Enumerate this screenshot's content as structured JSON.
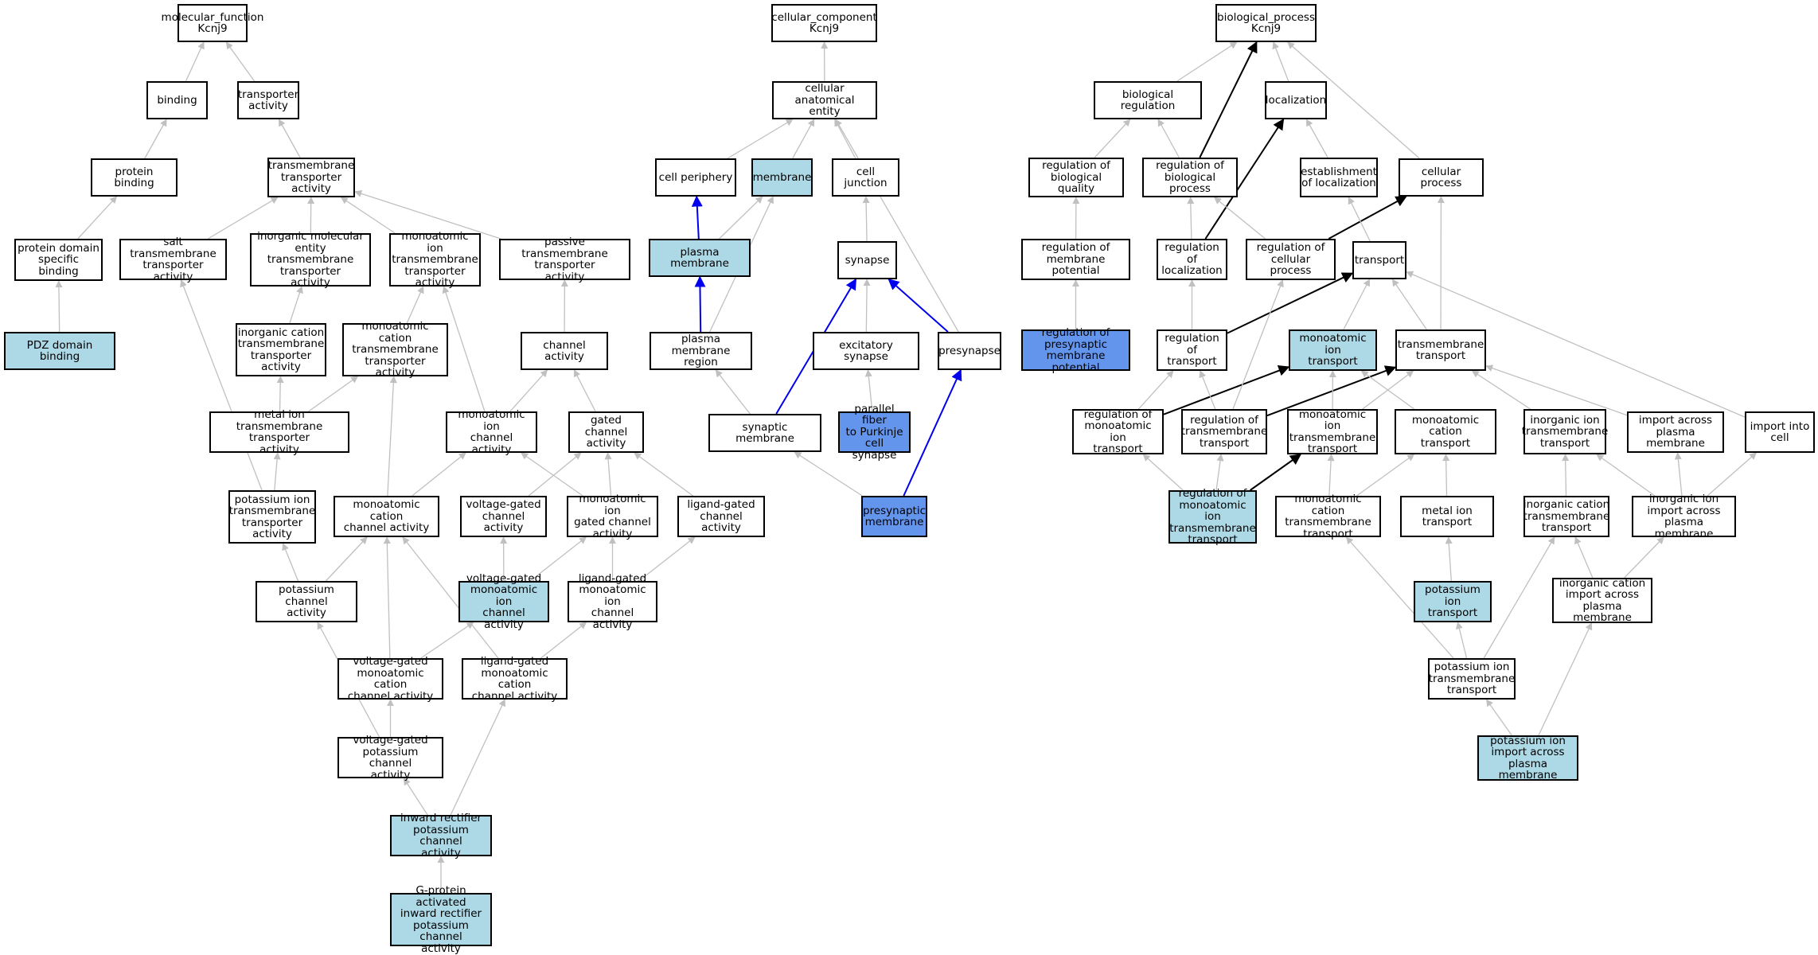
{
  "nodes": [
    {
      "id": "mf",
      "label": "molecular_function\nKcnj9",
      "fill": "white"
    },
    {
      "id": "binding",
      "label": "binding",
      "fill": "white"
    },
    {
      "id": "transporter_act",
      "label": "transporter\nactivity",
      "fill": "white"
    },
    {
      "id": "protein_binding",
      "label": "protein binding",
      "fill": "white"
    },
    {
      "id": "tm_transporter",
      "label": "transmembrane\ntransporter\nactivity",
      "fill": "white"
    },
    {
      "id": "pd_specific",
      "label": "protein domain\nspecific binding",
      "fill": "white"
    },
    {
      "id": "salt_tm",
      "label": "salt transmembrane\ntransporter\nactivity",
      "fill": "white"
    },
    {
      "id": "inorg_mol",
      "label": "inorganic molecular\nentity transmembrane\ntransporter\nactivity",
      "fill": "white"
    },
    {
      "id": "mono_ion_tm_act",
      "label": "monoatomic ion\ntransmembrane\ntransporter\nactivity",
      "fill": "white"
    },
    {
      "id": "passive_tm",
      "label": "passive transmembrane\ntransporter\nactivity",
      "fill": "white"
    },
    {
      "id": "pdz",
      "label": "PDZ domain binding",
      "fill": "light"
    },
    {
      "id": "inorg_cation_act",
      "label": "inorganic cation\ntransmembrane\ntransporter\nactivity",
      "fill": "white"
    },
    {
      "id": "mono_cation_tm_act",
      "label": "monoatomic cation\ntransmembrane\ntransporter\nactivity",
      "fill": "white"
    },
    {
      "id": "channel_act",
      "label": "channel activity",
      "fill": "white"
    },
    {
      "id": "metal_ion_act",
      "label": "metal ion transmembrane\ntransporter\nactivity",
      "fill": "white"
    },
    {
      "id": "mono_ion_channel",
      "label": "monoatomic ion\nchannel activity",
      "fill": "white"
    },
    {
      "id": "gated_channel",
      "label": "gated channel\nactivity",
      "fill": "white"
    },
    {
      "id": "k_ion_tm_act",
      "label": "potassium ion\ntransmembrane\ntransporter\nactivity",
      "fill": "white"
    },
    {
      "id": "mono_cation_channel",
      "label": "monoatomic cation\nchannel activity",
      "fill": "white"
    },
    {
      "id": "vg_channel",
      "label": "voltage-gated\nchannel activity",
      "fill": "white"
    },
    {
      "id": "mono_ion_gated",
      "label": "monoatomic ion\ngated channel\nactivity",
      "fill": "white"
    },
    {
      "id": "lg_channel",
      "label": "ligand-gated\nchannel activity",
      "fill": "white"
    },
    {
      "id": "k_channel",
      "label": "potassium channel\nactivity",
      "fill": "white"
    },
    {
      "id": "vg_mono_ion",
      "label": "voltage-gated\nmonoatomic ion\nchannel activity",
      "fill": "light"
    },
    {
      "id": "lg_mono_ion",
      "label": "ligand-gated\nmonoatomic ion\nchannel activity",
      "fill": "white"
    },
    {
      "id": "vg_mono_cation",
      "label": "voltage-gated\nmonoatomic cation\nchannel activity",
      "fill": "white"
    },
    {
      "id": "lg_mono_cation",
      "label": "ligand-gated\nmonoatomic cation\nchannel activity",
      "fill": "white"
    },
    {
      "id": "vg_k",
      "label": "voltage-gated\npotassium channel\nactivity",
      "fill": "white"
    },
    {
      "id": "inward_rect",
      "label": "inward rectifier\npotassium channel\nactivity",
      "fill": "light"
    },
    {
      "id": "gprot",
      "label": "G-protein activated\ninward rectifier\npotassium channel\nactivity",
      "fill": "light"
    },
    {
      "id": "cc",
      "label": "cellular_component\nKcnj9",
      "fill": "white"
    },
    {
      "id": "cae",
      "label": "cellular anatomical\nentity",
      "fill": "white"
    },
    {
      "id": "cell_periphery",
      "label": "cell periphery",
      "fill": "white"
    },
    {
      "id": "membrane",
      "label": "membrane",
      "fill": "light"
    },
    {
      "id": "cell_junction",
      "label": "cell junction",
      "fill": "white"
    },
    {
      "id": "plasma_membrane",
      "label": "plasma membrane",
      "fill": "light"
    },
    {
      "id": "synapse",
      "label": "synapse",
      "fill": "white"
    },
    {
      "id": "pm_region",
      "label": "plasma membrane\nregion",
      "fill": "white"
    },
    {
      "id": "exc_synapse",
      "label": "excitatory synapse",
      "fill": "white"
    },
    {
      "id": "presynapse",
      "label": "presynapse",
      "fill": "white"
    },
    {
      "id": "synaptic_membrane",
      "label": "synaptic membrane",
      "fill": "white"
    },
    {
      "id": "parallel_fiber",
      "label": "parallel fiber\nto Purkinje\ncell synapse",
      "fill": "dark"
    },
    {
      "id": "presyn_membrane",
      "label": "presynaptic\nmembrane",
      "fill": "dark"
    },
    {
      "id": "bp",
      "label": "biological_process\nKcnj9",
      "fill": "white"
    },
    {
      "id": "bio_reg",
      "label": "biological regulation",
      "fill": "white"
    },
    {
      "id": "localization",
      "label": "localization",
      "fill": "white"
    },
    {
      "id": "reg_bio_quality",
      "label": "regulation of\nbiological quality",
      "fill": "white"
    },
    {
      "id": "reg_bio_process",
      "label": "regulation of\nbiological process",
      "fill": "white"
    },
    {
      "id": "est_local",
      "label": "establishment\nof localization",
      "fill": "white"
    },
    {
      "id": "cellular_process",
      "label": "cellular process",
      "fill": "white"
    },
    {
      "id": "reg_mem_pot",
      "label": "regulation of\nmembrane potential",
      "fill": "white"
    },
    {
      "id": "reg_local",
      "label": "regulation of\nlocalization",
      "fill": "white"
    },
    {
      "id": "reg_cell_proc",
      "label": "regulation of\ncellular process",
      "fill": "white"
    },
    {
      "id": "transport",
      "label": "transport",
      "fill": "white"
    },
    {
      "id": "reg_presyn_mp",
      "label": "regulation of\npresynaptic\nmembrane potential",
      "fill": "dark"
    },
    {
      "id": "reg_transport",
      "label": "regulation of\ntransport",
      "fill": "white"
    },
    {
      "id": "mono_ion_transport",
      "label": "monoatomic ion\ntransport",
      "fill": "light"
    },
    {
      "id": "tm_transport",
      "label": "transmembrane\ntransport",
      "fill": "white"
    },
    {
      "id": "reg_mono_ion_tr",
      "label": "regulation of\nmonoatomic ion\ntransport",
      "fill": "white"
    },
    {
      "id": "reg_tm_tr",
      "label": "regulation of\ntransmembrane\ntransport",
      "fill": "white"
    },
    {
      "id": "mono_ion_tm_tr",
      "label": "monoatomic ion\ntransmembrane\ntransport",
      "fill": "white"
    },
    {
      "id": "mono_cation_tr",
      "label": "monoatomic cation\ntransport",
      "fill": "white"
    },
    {
      "id": "inorg_ion_tm",
      "label": "inorganic ion\ntransmembrane\ntransport",
      "fill": "white"
    },
    {
      "id": "import_across_pm",
      "label": "import across\nplasma membrane",
      "fill": "white"
    },
    {
      "id": "import_into_cell",
      "label": "import into\ncell",
      "fill": "white"
    },
    {
      "id": "reg_mono_ion_tm_tr",
      "label": "regulation of\nmonoatomic ion\ntransmembrane\ntransport",
      "fill": "light"
    },
    {
      "id": "mono_cation_tm_tr",
      "label": "monoatomic cation\ntransmembrane\ntransport",
      "fill": "white"
    },
    {
      "id": "metal_ion_tr",
      "label": "metal ion transport",
      "fill": "white"
    },
    {
      "id": "inorg_cation_tm_tr",
      "label": "inorganic cation\ntransmembrane\ntransport",
      "fill": "white"
    },
    {
      "id": "inorg_ion_import",
      "label": "inorganic ion\nimport across\nplasma membrane",
      "fill": "white"
    },
    {
      "id": "k_ion_transport",
      "label": "potassium ion\ntransport",
      "fill": "light"
    },
    {
      "id": "inorg_cation_import",
      "label": "inorganic cation\nimport across\nplasma membrane",
      "fill": "white"
    },
    {
      "id": "k_ion_tm_tr",
      "label": "potassium ion\ntransmembrane\ntransport",
      "fill": "white"
    },
    {
      "id": "k_ion_import",
      "label": "potassium ion\nimport across\nplasma membrane",
      "fill": "light"
    }
  ],
  "edges": [
    [
      "binding",
      "mf",
      "gray"
    ],
    [
      "transporter_act",
      "mf",
      "gray"
    ],
    [
      "protein_binding",
      "binding",
      "gray"
    ],
    [
      "tm_transporter",
      "transporter_act",
      "gray"
    ],
    [
      "pd_specific",
      "protein_binding",
      "gray"
    ],
    [
      "pdz",
      "pd_specific",
      "gray"
    ],
    [
      "salt_tm",
      "tm_transporter",
      "gray"
    ],
    [
      "inorg_mol",
      "tm_transporter",
      "gray"
    ],
    [
      "mono_ion_tm_act",
      "tm_transporter",
      "gray"
    ],
    [
      "passive_tm",
      "tm_transporter",
      "gray"
    ],
    [
      "inorg_cation_act",
      "inorg_mol",
      "gray"
    ],
    [
      "mono_cation_tm_act",
      "mono_ion_tm_act",
      "gray"
    ],
    [
      "channel_act",
      "passive_tm",
      "gray"
    ],
    [
      "metal_ion_act",
      "inorg_cation_act",
      "gray"
    ],
    [
      "metal_ion_act",
      "mono_cation_tm_act",
      "gray"
    ],
    [
      "mono_ion_channel",
      "mono_ion_tm_act",
      "gray"
    ],
    [
      "mono_ion_channel",
      "channel_act",
      "gray"
    ],
    [
      "gated_channel",
      "channel_act",
      "gray"
    ],
    [
      "k_ion_tm_act",
      "metal_ion_act",
      "gray"
    ],
    [
      "k_ion_tm_act",
      "salt_tm",
      "gray"
    ],
    [
      "mono_cation_channel",
      "mono_cation_tm_act",
      "gray"
    ],
    [
      "mono_cation_channel",
      "mono_ion_channel",
      "gray"
    ],
    [
      "mono_ion_gated",
      "mono_ion_channel",
      "gray"
    ],
    [
      "mono_ion_gated",
      "gated_channel",
      "gray"
    ],
    [
      "vg_channel",
      "gated_channel",
      "gray"
    ],
    [
      "lg_channel",
      "gated_channel",
      "gray"
    ],
    [
      "k_channel",
      "k_ion_tm_act",
      "gray"
    ],
    [
      "k_channel",
      "mono_cation_channel",
      "gray"
    ],
    [
      "vg_mono_ion",
      "vg_channel",
      "gray"
    ],
    [
      "vg_mono_ion",
      "mono_ion_gated",
      "gray"
    ],
    [
      "lg_mono_ion",
      "mono_ion_gated",
      "gray"
    ],
    [
      "lg_mono_ion",
      "lg_channel",
      "gray"
    ],
    [
      "vg_mono_cation",
      "mono_cation_channel",
      "gray"
    ],
    [
      "vg_mono_cation",
      "vg_mono_ion",
      "gray"
    ],
    [
      "lg_mono_cation",
      "mono_cation_channel",
      "gray"
    ],
    [
      "lg_mono_cation",
      "lg_mono_ion",
      "gray"
    ],
    [
      "vg_k",
      "k_channel",
      "gray"
    ],
    [
      "vg_k",
      "vg_mono_cation",
      "gray"
    ],
    [
      "inward_rect",
      "vg_k",
      "gray"
    ],
    [
      "inward_rect",
      "lg_mono_cation",
      "gray"
    ],
    [
      "gprot",
      "inward_rect",
      "gray"
    ],
    [
      "cae",
      "cc",
      "gray"
    ],
    [
      "cell_periphery",
      "cae",
      "gray"
    ],
    [
      "membrane",
      "cae",
      "gray"
    ],
    [
      "cell_junction",
      "cae",
      "gray"
    ],
    [
      "presynapse",
      "cae",
      "gray"
    ],
    [
      "plasma_membrane",
      "cell_periphery",
      "blue"
    ],
    [
      "plasma_membrane",
      "membrane",
      "gray"
    ],
    [
      "synapse",
      "cell_junction",
      "gray"
    ],
    [
      "pm_region",
      "plasma_membrane",
      "blue"
    ],
    [
      "pm_region",
      "membrane",
      "gray"
    ],
    [
      "exc_synapse",
      "synapse",
      "gray"
    ],
    [
      "presynapse",
      "synapse",
      "blue"
    ],
    [
      "synaptic_membrane",
      "pm_region",
      "gray"
    ],
    [
      "synaptic_membrane",
      "synapse",
      "blue"
    ],
    [
      "parallel_fiber",
      "exc_synapse",
      "gray"
    ],
    [
      "presyn_membrane",
      "synaptic_membrane",
      "gray"
    ],
    [
      "presyn_membrane",
      "presynapse",
      "blue"
    ],
    [
      "bio_reg",
      "bp",
      "gray"
    ],
    [
      "localization",
      "bp",
      "gray"
    ],
    [
      "cellular_process",
      "bp",
      "gray"
    ],
    [
      "reg_bio_process",
      "bp",
      "black"
    ],
    [
      "reg_bio_quality",
      "bio_reg",
      "gray"
    ],
    [
      "reg_bio_process",
      "bio_reg",
      "gray"
    ],
    [
      "est_local",
      "localization",
      "gray"
    ],
    [
      "reg_local",
      "localization",
      "black"
    ],
    [
      "reg_mem_pot",
      "reg_bio_quality",
      "gray"
    ],
    [
      "reg_local",
      "reg_bio_process",
      "gray"
    ],
    [
      "reg_cell_proc",
      "reg_bio_process",
      "gray"
    ],
    [
      "reg_cell_proc",
      "cellular_process",
      "black"
    ],
    [
      "transport",
      "est_local",
      "gray"
    ],
    [
      "tm_transport",
      "cellular_process",
      "gray"
    ],
    [
      "reg_presyn_mp",
      "reg_mem_pot",
      "gray"
    ],
    [
      "reg_transport",
      "reg_local",
      "gray"
    ],
    [
      "reg_transport",
      "transport",
      "black"
    ],
    [
      "mono_ion_transport",
      "transport",
      "gray"
    ],
    [
      "tm_transport",
      "transport",
      "gray"
    ],
    [
      "import_into_cell",
      "transport",
      "gray"
    ],
    [
      "reg_mono_ion_tr",
      "reg_transport",
      "gray"
    ],
    [
      "reg_mono_ion_tr",
      "mono_ion_transport",
      "black"
    ],
    [
      "reg_tm_tr",
      "reg_transport",
      "gray"
    ],
    [
      "reg_tm_tr",
      "reg_cell_proc",
      "gray"
    ],
    [
      "reg_tm_tr",
      "tm_transport",
      "black"
    ],
    [
      "mono_ion_tm_tr",
      "mono_ion_transport",
      "gray"
    ],
    [
      "mono_ion_tm_tr",
      "tm_transport",
      "gray"
    ],
    [
      "mono_cation_tr",
      "mono_ion_transport",
      "gray"
    ],
    [
      "inorg_ion_tm",
      "tm_transport",
      "gray"
    ],
    [
      "import_across_pm",
      "tm_transport",
      "gray"
    ],
    [
      "reg_mono_ion_tm_tr",
      "reg_mono_ion_tr",
      "gray"
    ],
    [
      "reg_mono_ion_tm_tr",
      "reg_tm_tr",
      "gray"
    ],
    [
      "reg_mono_ion_tm_tr",
      "mono_ion_tm_tr",
      "black"
    ],
    [
      "mono_cation_tm_tr",
      "mono_ion_tm_tr",
      "gray"
    ],
    [
      "mono_cation_tm_tr",
      "mono_cation_tr",
      "gray"
    ],
    [
      "metal_ion_tr",
      "mono_cation_tr",
      "gray"
    ],
    [
      "inorg_cation_tm_tr",
      "inorg_ion_tm",
      "gray"
    ],
    [
      "inorg_ion_import",
      "inorg_ion_tm",
      "gray"
    ],
    [
      "inorg_ion_import",
      "import_across_pm",
      "gray"
    ],
    [
      "inorg_ion_import",
      "import_into_cell",
      "gray"
    ],
    [
      "k_ion_transport",
      "metal_ion_tr",
      "gray"
    ],
    [
      "inorg_cation_import",
      "inorg_cation_tm_tr",
      "gray"
    ],
    [
      "inorg_cation_import",
      "inorg_ion_import",
      "gray"
    ],
    [
      "k_ion_tm_tr",
      "k_ion_transport",
      "gray"
    ],
    [
      "k_ion_tm_tr",
      "mono_cation_tm_tr",
      "gray"
    ],
    [
      "k_ion_tm_tr",
      "inorg_cation_tm_tr",
      "gray"
    ],
    [
      "k_ion_import",
      "k_ion_tm_tr",
      "gray"
    ],
    [
      "k_ion_import",
      "inorg_cation_import",
      "gray"
    ]
  ],
  "colors": {
    "gray": "#c0c0c0",
    "blue": "#0000ee",
    "black": "#000000",
    "light": "#add8e6",
    "dark": "#6495ed",
    "white": "#ffffff"
  }
}
